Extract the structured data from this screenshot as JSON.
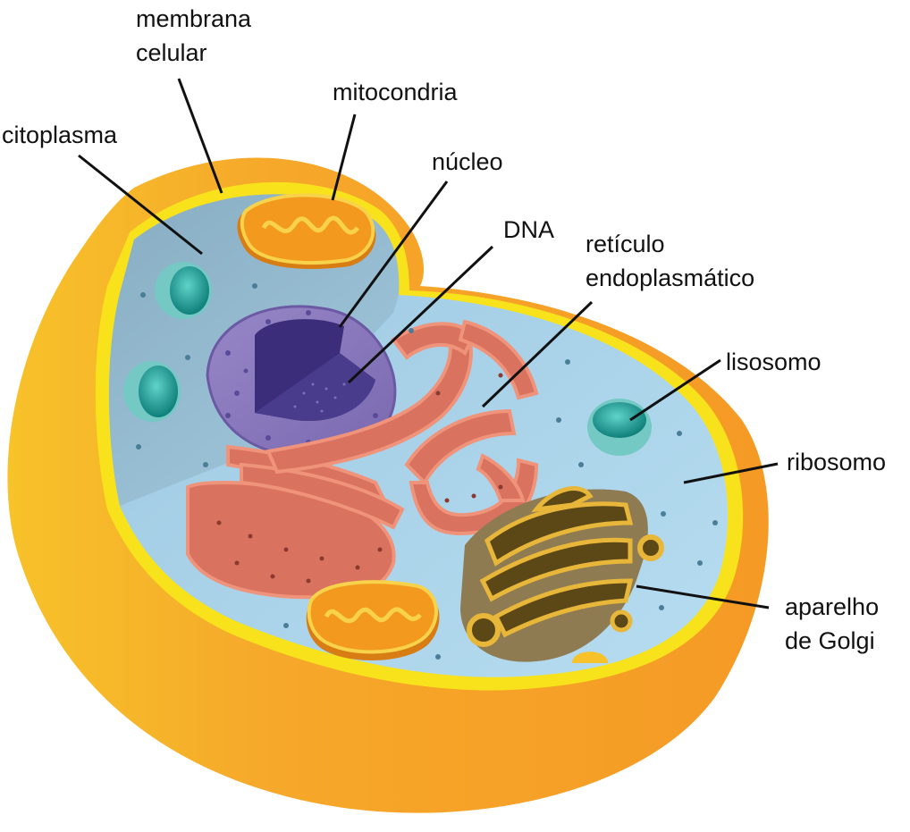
{
  "labels": {
    "membrana": [
      "membrana",
      "celular"
    ],
    "mitocondria": "mitocondria",
    "citoplasma": "citoplasma",
    "nucleo": "núcleo",
    "dna": "DNA",
    "reticulo": [
      "retículo",
      "endoplasmático"
    ],
    "lisosomo": "lisosomo",
    "ribosomo": "ribosomo",
    "golgi": [
      "aparelho",
      "de Golgi"
    ]
  },
  "colors": {
    "outer_shell": "#f5a623",
    "membrane": "#f7e21b",
    "cytoplasm": "#a9d4ec",
    "nucleus_envelope": "#8a76b8",
    "nucleus_inner": "#3b2d7a",
    "er": "#d9725f",
    "mitochondria": "#f39a1e",
    "golgi": "#8f6a24",
    "lysosome": "#2fa9a2",
    "leader_line": "#111111"
  }
}
